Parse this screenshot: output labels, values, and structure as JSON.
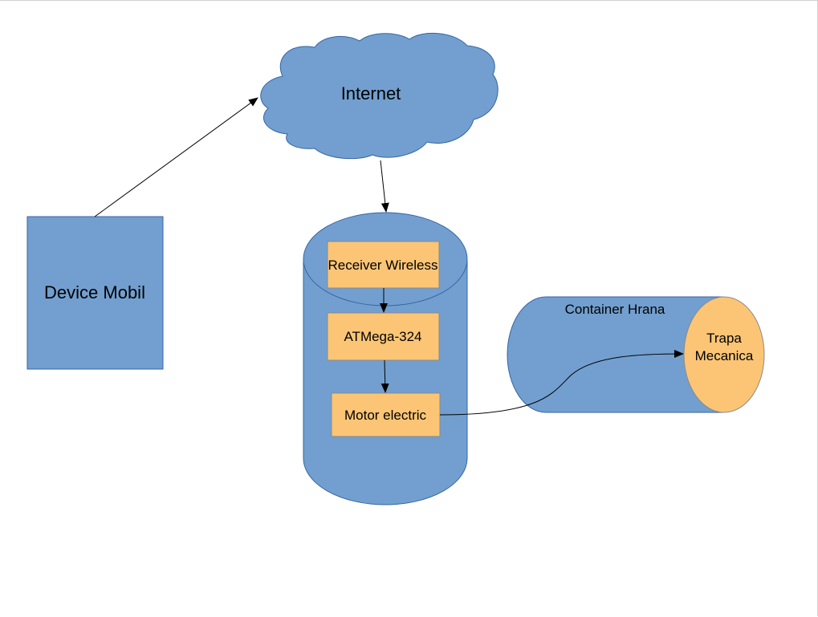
{
  "colors": {
    "shape_fill": "#729fcf",
    "shape_stroke": "#3465a4",
    "box_fill": "#fbc575",
    "box_stroke": "#8a8a8a",
    "connector": "#000000"
  },
  "nodes": {
    "internet": {
      "label": "Internet"
    },
    "device_mobil": {
      "label": "Device Mobil"
    },
    "receiver_wireless": {
      "label": "Receiver Wireless"
    },
    "atmega": {
      "label": "ATMega-324"
    },
    "motor_electric": {
      "label": "Motor electric"
    },
    "container_hrana": {
      "label": "Container Hrana"
    },
    "trapa_mecanica": {
      "line1": "Trapa",
      "line2": "Mecanica"
    }
  },
  "edges": [
    {
      "from": "device_mobil",
      "to": "internet"
    },
    {
      "from": "internet",
      "to": "receiver_wireless"
    },
    {
      "from": "receiver_wireless",
      "to": "atmega"
    },
    {
      "from": "atmega",
      "to": "motor_electric"
    },
    {
      "from": "motor_electric",
      "to": "trapa_mecanica"
    }
  ]
}
